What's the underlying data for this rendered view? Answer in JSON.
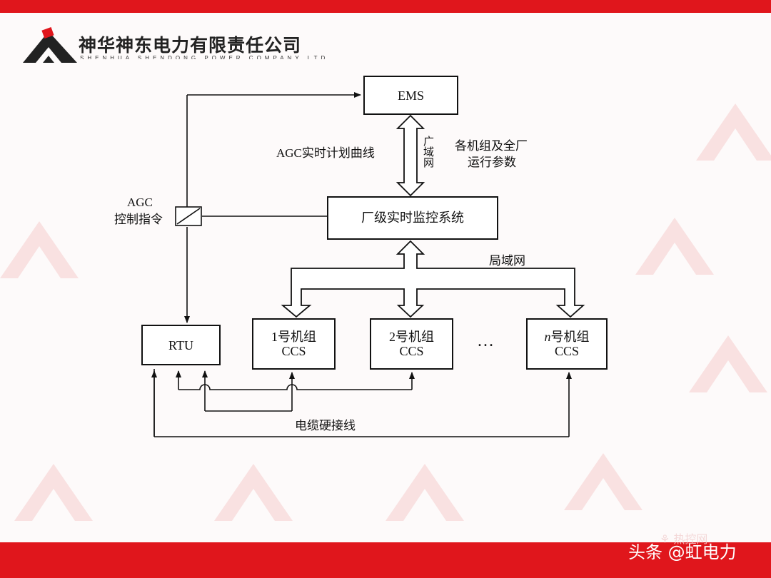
{
  "colors": {
    "band": "#e0161c",
    "watermark": "#e88080",
    "line": "#111111"
  },
  "header": {
    "company_name": "神华神东电力有限责任公司",
    "company_name_en": "SHENHUA SHENDONG POWER COMPANY LTD"
  },
  "diagram": {
    "ems": "EMS",
    "plant_system": "厂级实时监控系统",
    "rtu": "RTU",
    "unit1_title": "1号机组",
    "unit1_sub": "CCS",
    "unit2_title": "2号机组",
    "unit2_sub": "CCS",
    "unitn_prefix": "n",
    "unitn_title": "号机组",
    "unitn_sub": "CCS",
    "ellipsis": "…",
    "agc_curve": "AGC实时计划曲线",
    "params_line1": "各机组及全厂",
    "params_line2": "运行参数",
    "agc_cmd_line1": "AGC",
    "agc_cmd_line2": "控制指令",
    "lan": "局域网",
    "cable": "电缆硬接线",
    "wan": "广域网"
  },
  "footer": {
    "wechat_faint": "⚘ 热控网",
    "watermark": "头条 @虹电力"
  }
}
